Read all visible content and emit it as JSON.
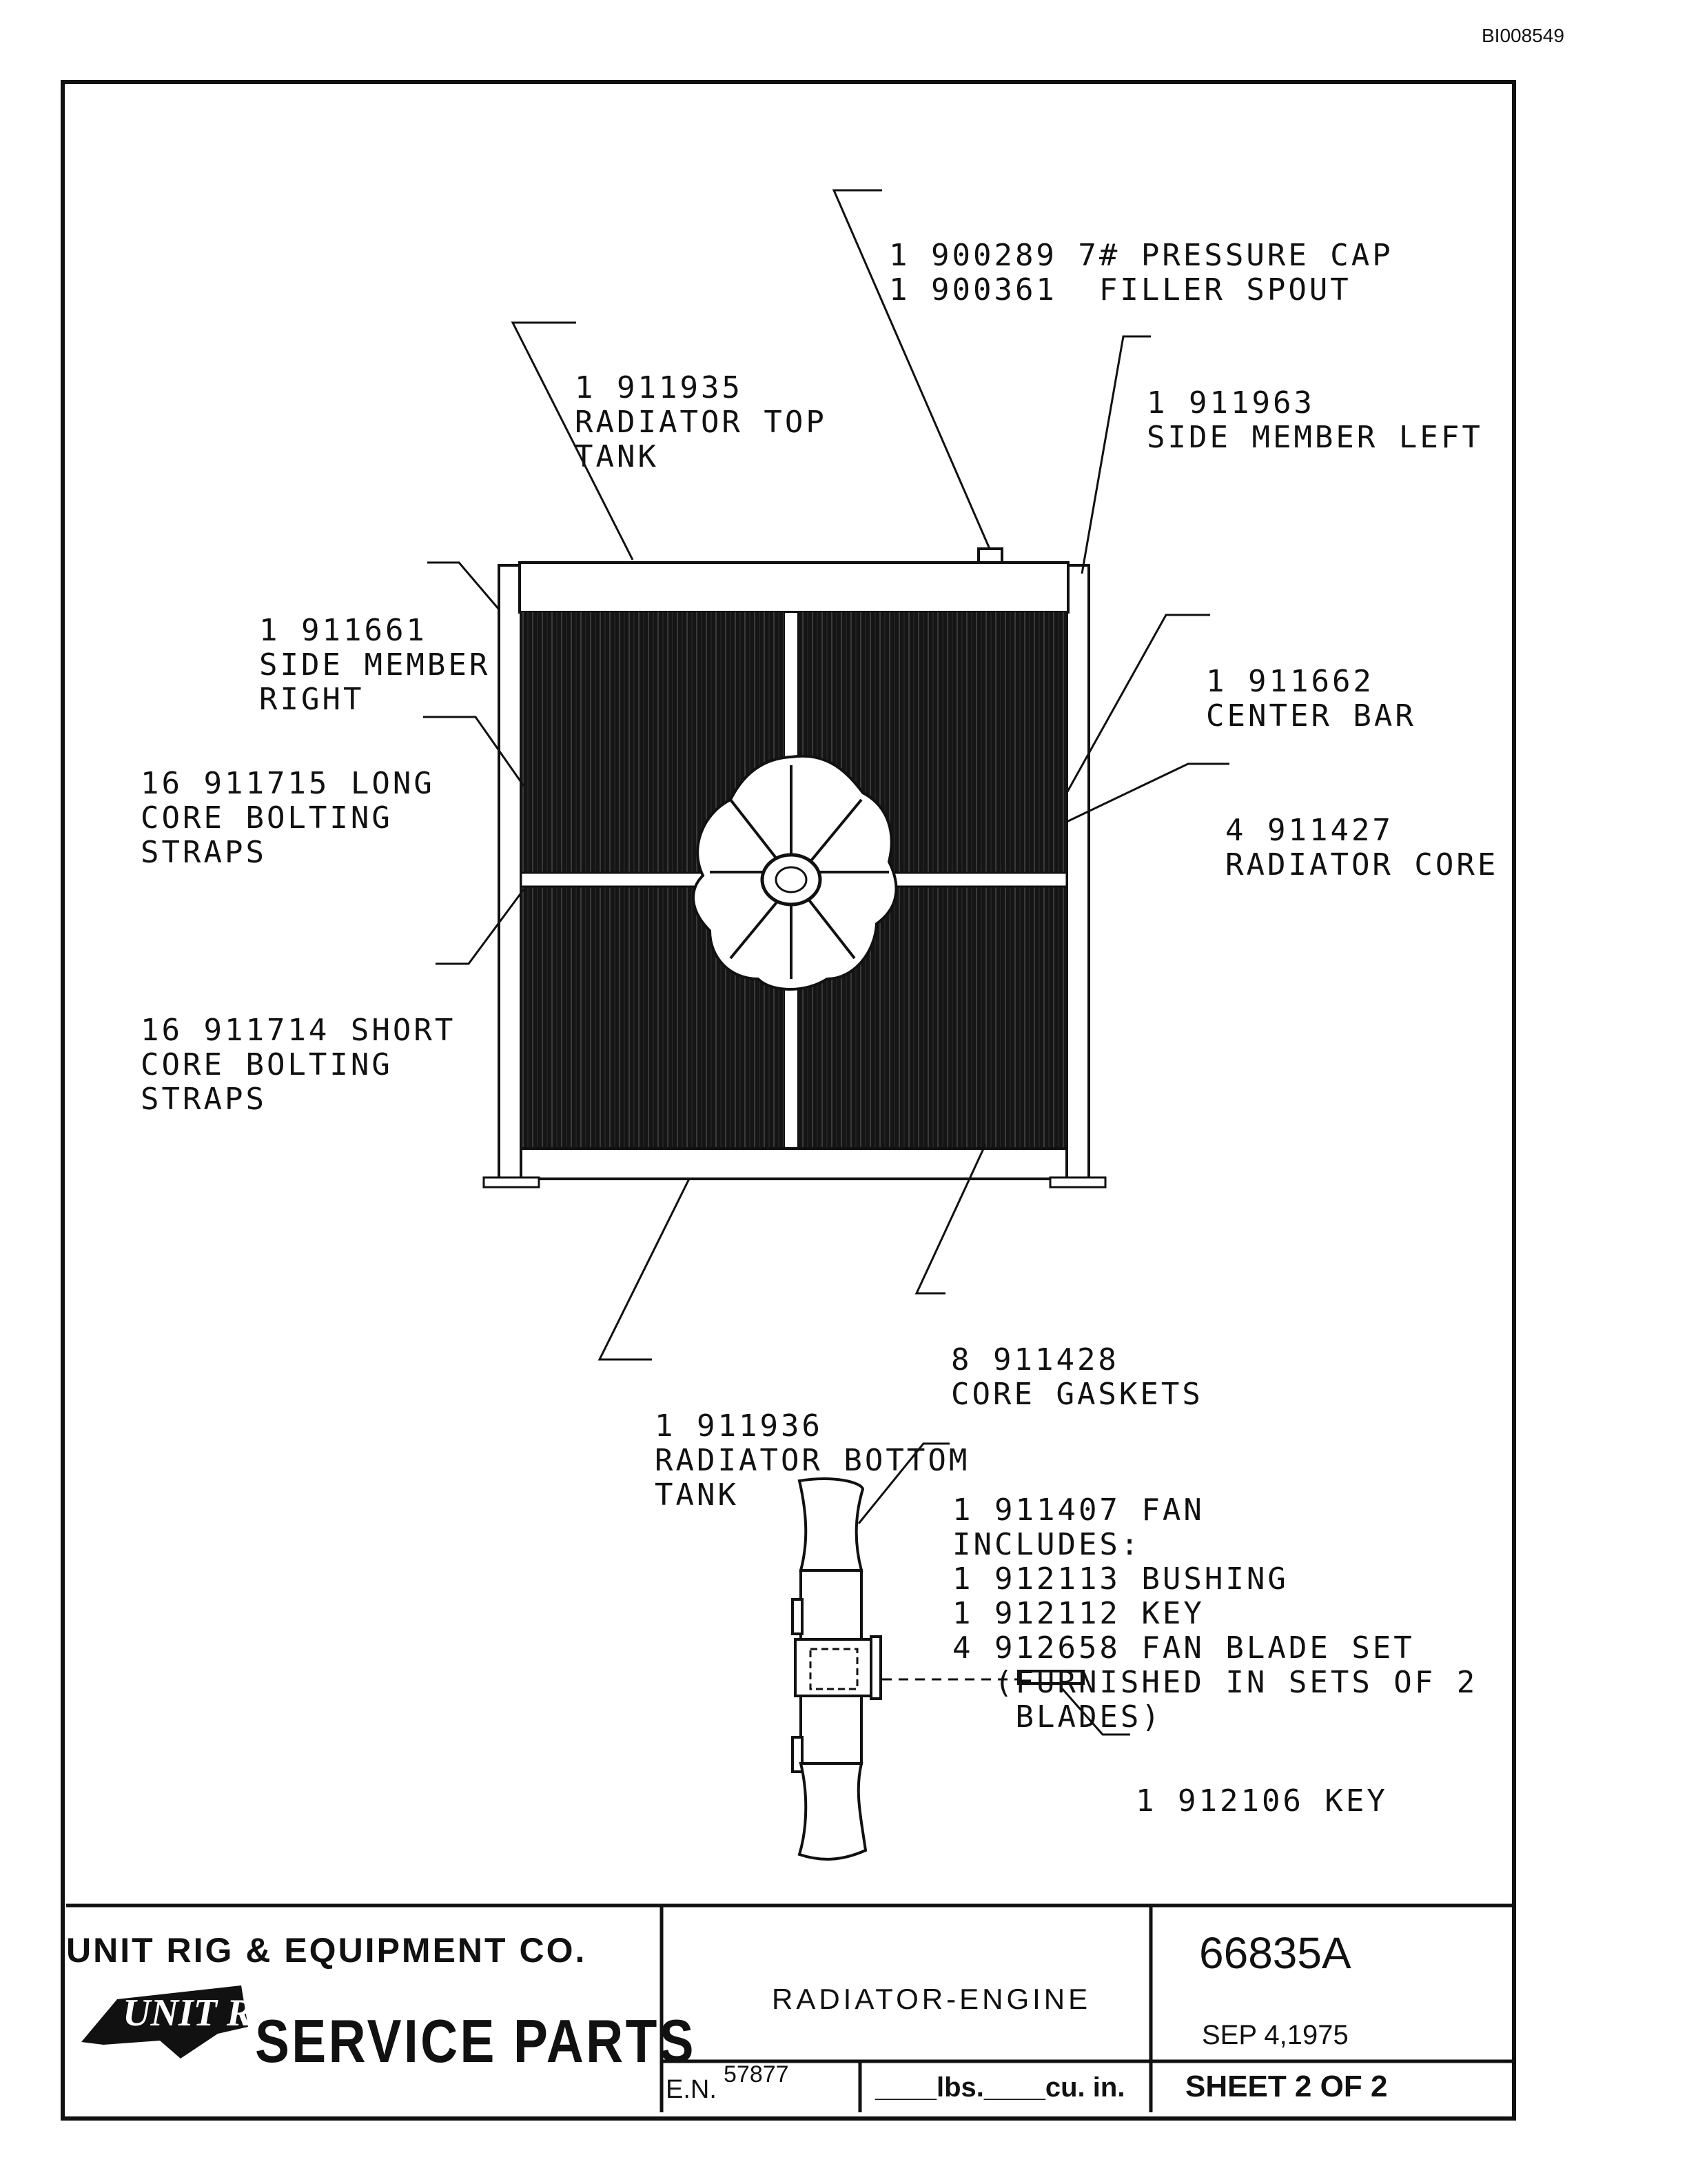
{
  "document_id": "BI008549",
  "callouts": [
    {
      "id": "pressure-cap",
      "lines": [
        "1 900289 7# PRESSURE CAP",
        "1 900361  FILLER SPOUT"
      ]
    },
    {
      "id": "top-tank",
      "lines": [
        "1 911935",
        "RADIATOR TOP",
        "TANK"
      ]
    },
    {
      "id": "side-member-left",
      "lines": [
        "1 911963",
        "SIDE MEMBER LEFT"
      ]
    },
    {
      "id": "side-member-right",
      "lines": [
        "1 911661",
        "SIDE MEMBER",
        "RIGHT"
      ]
    },
    {
      "id": "center-bar",
      "lines": [
        "1 911662",
        "CENTER BAR"
      ]
    },
    {
      "id": "long-straps",
      "lines": [
        "16 911715 LONG",
        "CORE BOLTING",
        "STRAPS"
      ]
    },
    {
      "id": "radiator-core",
      "lines": [
        "4 911427",
        "RADIATOR CORE"
      ]
    },
    {
      "id": "short-straps",
      "lines": [
        "16 911714 SHORT",
        "CORE BOLTING",
        "STRAPS"
      ]
    },
    {
      "id": "core-gaskets",
      "lines": [
        "8 911428",
        "CORE GASKETS"
      ]
    },
    {
      "id": "bottom-tank",
      "lines": [
        "1 911936",
        "RADIATOR BOTTOM",
        "TANK"
      ]
    },
    {
      "id": "fan",
      "lines": [
        "1 911407 FAN",
        "INCLUDES:",
        "1 912113 BUSHING",
        "1 912112 KEY",
        "4 912658 FAN BLADE SET",
        "  (FURNISHED IN SETS OF 2",
        "   BLADES)"
      ]
    },
    {
      "id": "key",
      "lines": [
        "1 912106 KEY"
      ]
    }
  ],
  "title_block": {
    "company": "UNIT RIG & EQUIPMENT CO.",
    "logo_text": "UNIT RIG",
    "service_parts": "SERVICE PARTS",
    "part_number": "66835A",
    "title": "RADIATOR-ENGINE",
    "date": "SEP 4,1975",
    "en_label": "E.N.",
    "en_value": "57877",
    "weight_volume": "____lbs.____cu. in.",
    "sheet": "SHEET  2    OF  2"
  }
}
